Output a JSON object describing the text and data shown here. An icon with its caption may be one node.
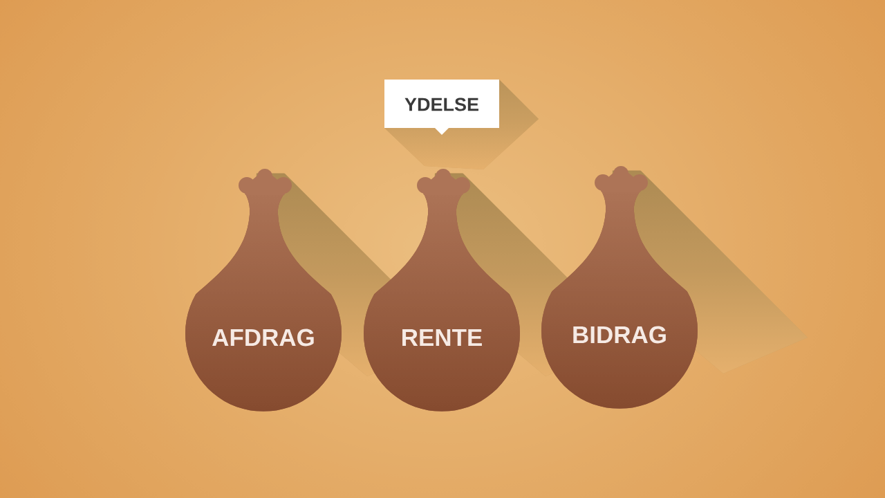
{
  "diagram": {
    "nodes": [
      {
        "text": [
          "YDELSE"
        ]
      },
      {
        "text": [
          "AFDRAG"
        ]
      },
      {
        "text": [
          "RENTE"
        ]
      },
      {
        "text": [
          "BIDRAG"
        ]
      }
    ]
  }
}
